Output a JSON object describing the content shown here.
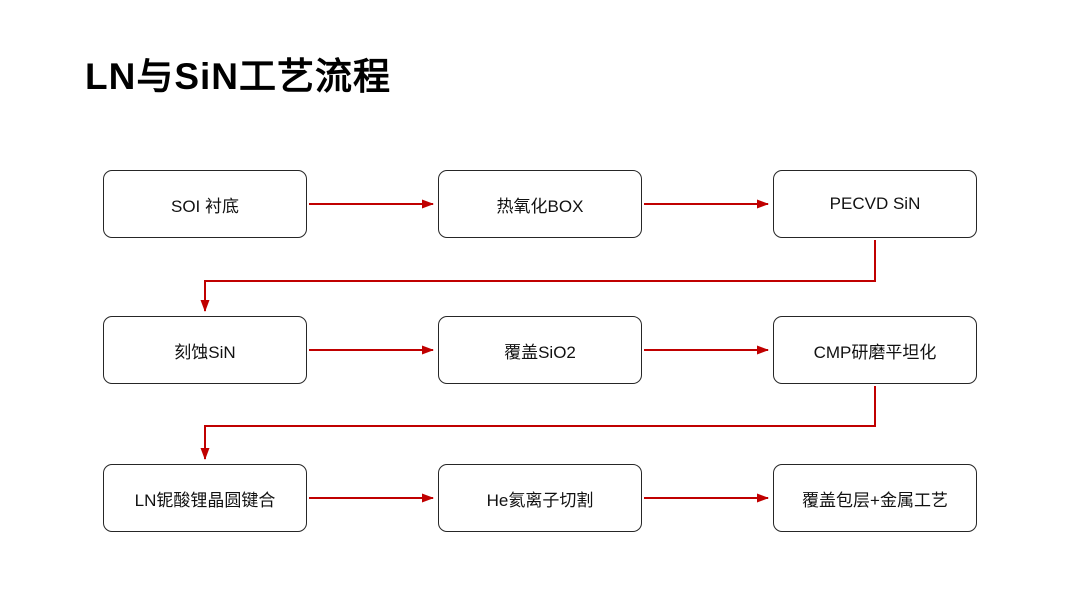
{
  "title": "LN与SiN工艺流程",
  "colors": {
    "arrow": "#c00000",
    "box_border": "#262626",
    "text": "#111111",
    "background": "#ffffff"
  },
  "flow": {
    "nodes": [
      {
        "id": "soi",
        "label": "SOI 衬底"
      },
      {
        "id": "thermal-oxide-box",
        "label": "热氧化BOX"
      },
      {
        "id": "pecvd-sin",
        "label": "PECVD SiN"
      },
      {
        "id": "etch-sin",
        "label": "刻蚀SiN"
      },
      {
        "id": "sio2-cover",
        "label": "覆盖SiO2"
      },
      {
        "id": "cmp",
        "label": "CMP研磨平坦化"
      },
      {
        "id": "ln-bonding",
        "label": "LN铌酸锂晶圆键合"
      },
      {
        "id": "he-cut",
        "label": "He氦离子切割"
      },
      {
        "id": "cladding-metal",
        "label": "覆盖包层+金属工艺"
      }
    ],
    "edges": [
      {
        "from": "soi",
        "to": "thermal-oxide-box"
      },
      {
        "from": "thermal-oxide-box",
        "to": "pecvd-sin"
      },
      {
        "from": "pecvd-sin",
        "to": "etch-sin"
      },
      {
        "from": "etch-sin",
        "to": "sio2-cover"
      },
      {
        "from": "sio2-cover",
        "to": "cmp"
      },
      {
        "from": "cmp",
        "to": "ln-bonding"
      },
      {
        "from": "ln-bonding",
        "to": "he-cut"
      },
      {
        "from": "he-cut",
        "to": "cladding-metal"
      }
    ]
  }
}
